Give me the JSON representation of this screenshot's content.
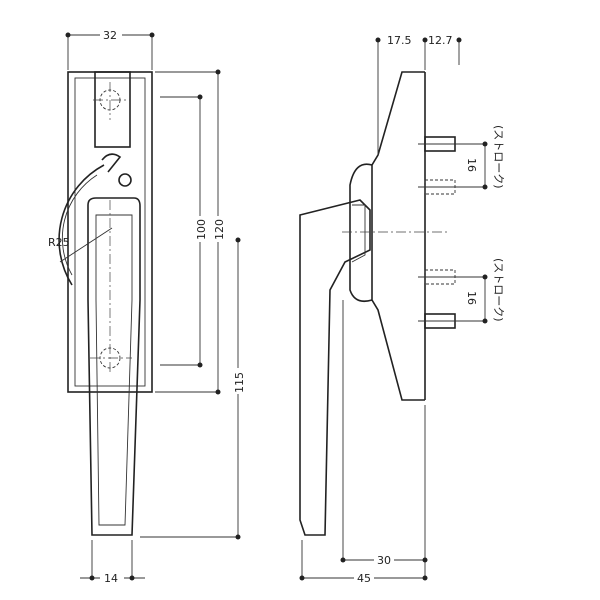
{
  "title": "Crescent lock handle dimension drawing",
  "front_view": {
    "width_label": "32",
    "radius_label": "R25",
    "hole_pitch_label": "100",
    "plate_height_label": "120",
    "handle_length_label": "115",
    "handle_width_label": "14"
  },
  "side_view": {
    "offset_label_a": "17.5",
    "offset_label_b": "12.7",
    "stroke_upper_value": "16",
    "stroke_upper_label": "(ストローク)",
    "stroke_lower_value": "16",
    "stroke_lower_label": "(ストローク)",
    "inner_depth_label": "30",
    "total_depth_label": "45"
  }
}
